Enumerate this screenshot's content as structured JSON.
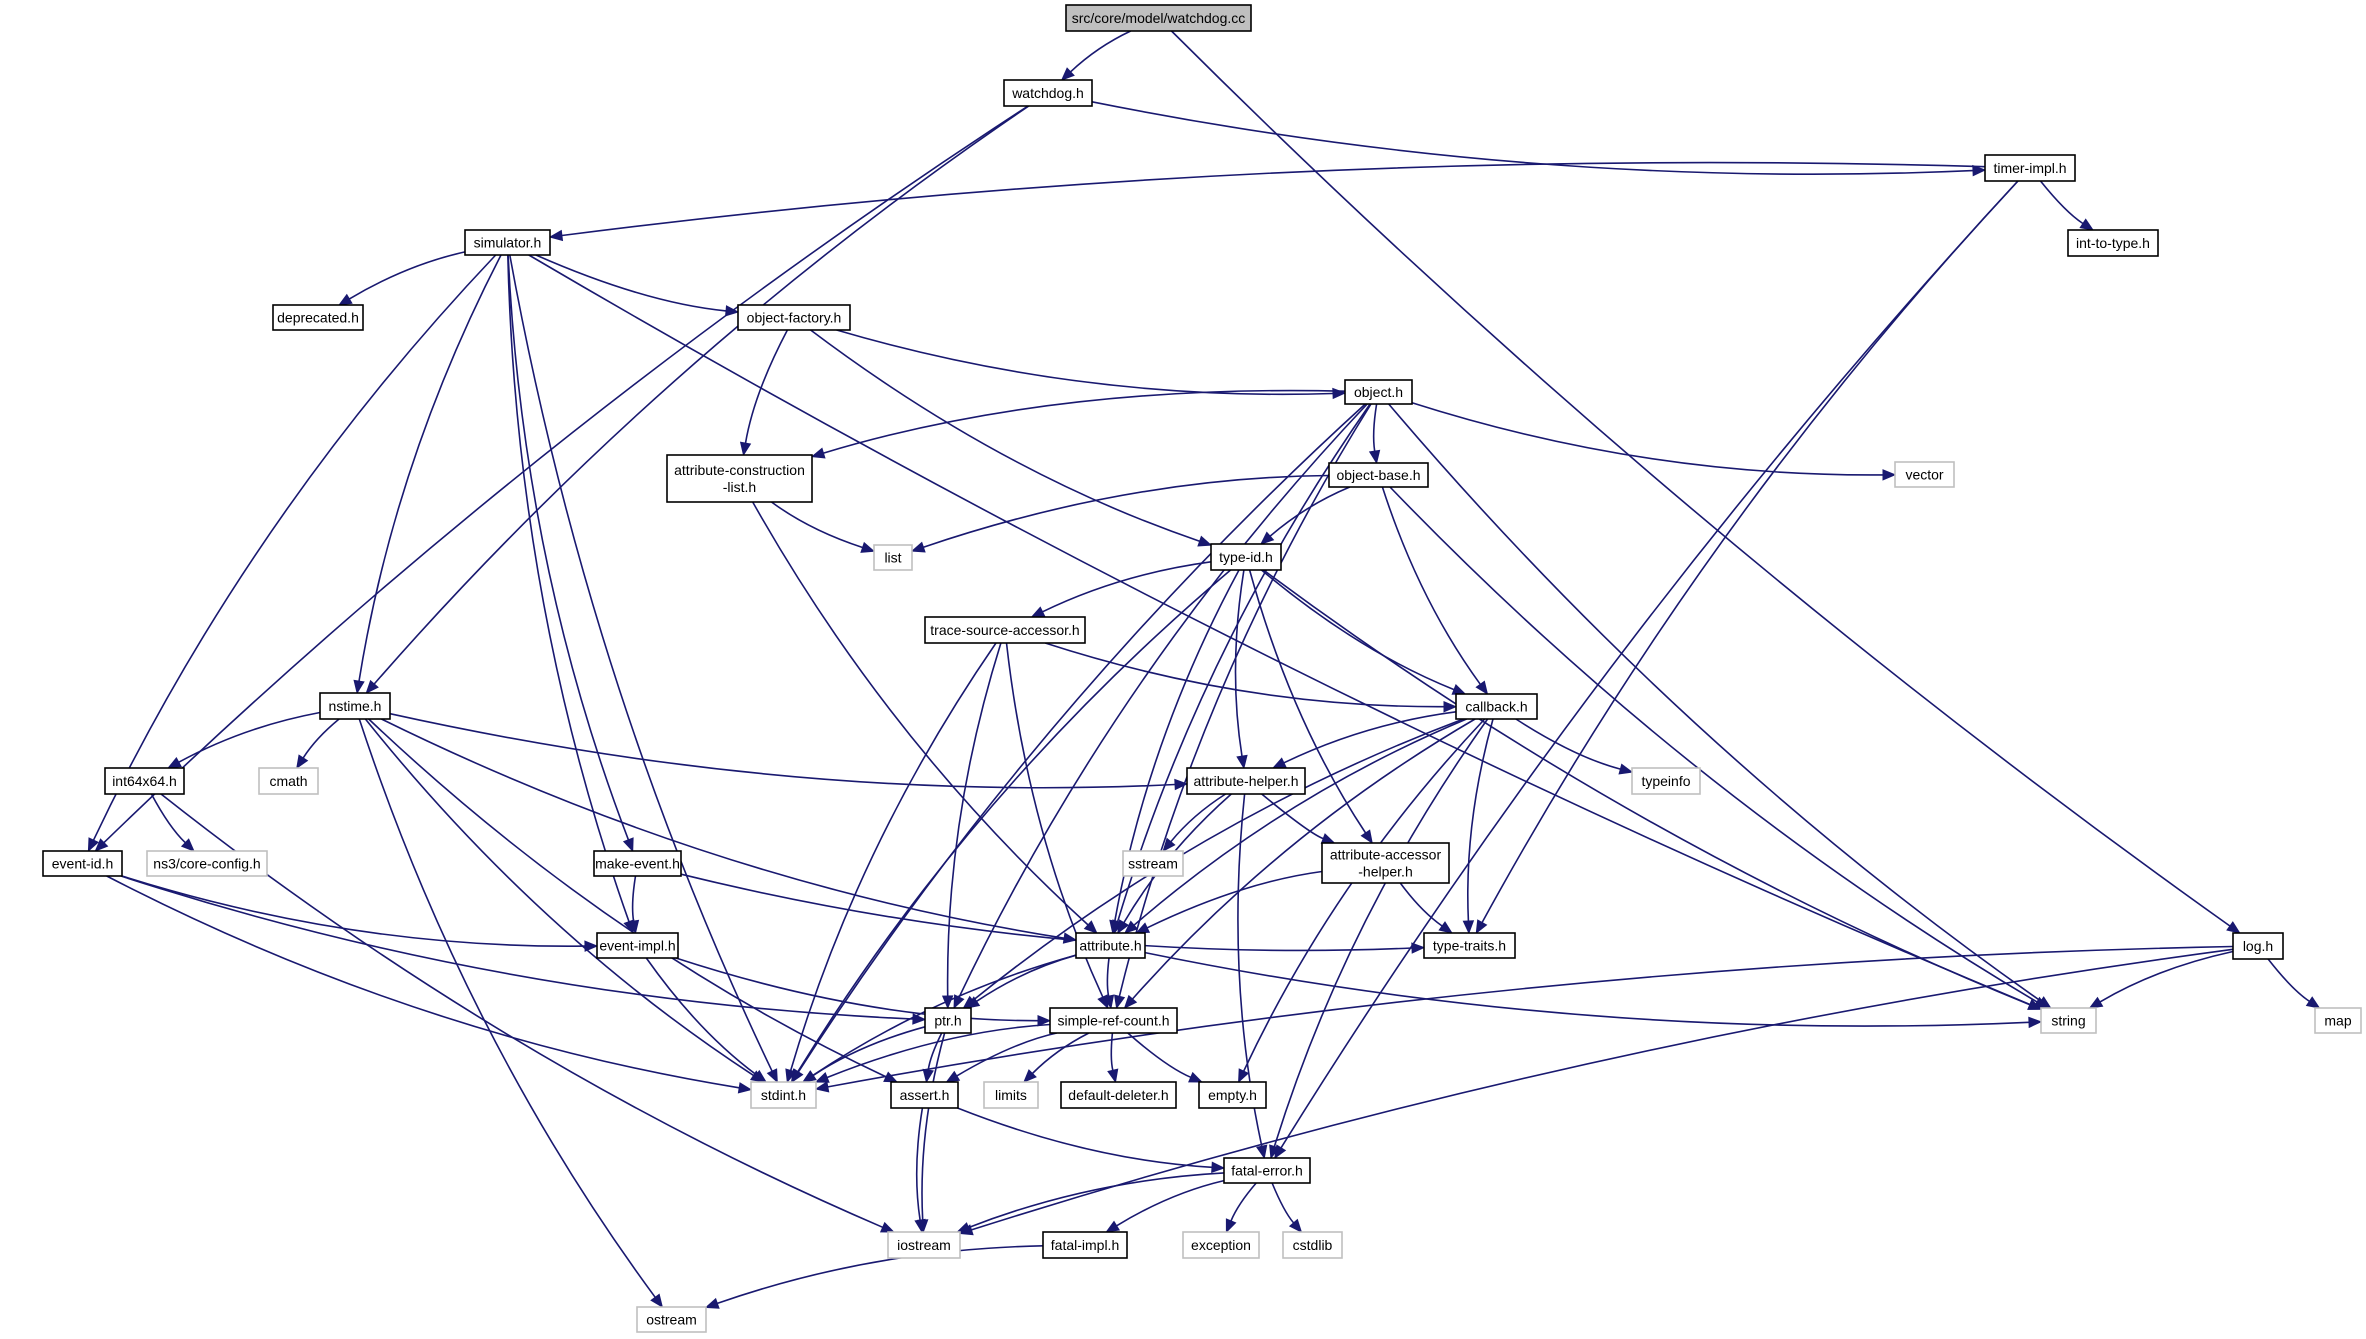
{
  "title": "src/core/model/watchdog.cc",
  "colors": {
    "edge": "#191970",
    "root_fill": "#bfbfbf",
    "external_border": "#bfbfbf",
    "node_border": "#000000"
  },
  "nodes": [
    {
      "id": "root",
      "label": "src/core/model/watchdog.cc",
      "kind": "root"
    },
    {
      "id": "watchdog",
      "label": "watchdog.h",
      "kind": "local"
    },
    {
      "id": "timerimpl",
      "label": "timer-impl.h",
      "kind": "local"
    },
    {
      "id": "inttotype",
      "label": "int-to-type.h",
      "kind": "local"
    },
    {
      "id": "simulator",
      "label": "simulator.h",
      "kind": "local"
    },
    {
      "id": "deprecated",
      "label": "deprecated.h",
      "kind": "local"
    },
    {
      "id": "objectfactory",
      "label": "object-factory.h",
      "kind": "local"
    },
    {
      "id": "object",
      "label": "object.h",
      "kind": "local"
    },
    {
      "id": "attrconst",
      "label": "attribute-construction\n-list.h",
      "kind": "local"
    },
    {
      "id": "objectbase",
      "label": "object-base.h",
      "kind": "local"
    },
    {
      "id": "vector",
      "label": "vector",
      "kind": "external"
    },
    {
      "id": "list",
      "label": "list",
      "kind": "external"
    },
    {
      "id": "typeid",
      "label": "type-id.h",
      "kind": "local"
    },
    {
      "id": "tsa",
      "label": "trace-source-accessor.h",
      "kind": "local"
    },
    {
      "id": "callback",
      "label": "callback.h",
      "kind": "local"
    },
    {
      "id": "nstime",
      "label": "nstime.h",
      "kind": "local"
    },
    {
      "id": "int64",
      "label": "int64x64.h",
      "kind": "local"
    },
    {
      "id": "cmath",
      "label": "cmath",
      "kind": "external"
    },
    {
      "id": "attrhelper",
      "label": "attribute-helper.h",
      "kind": "local"
    },
    {
      "id": "typeinfo",
      "label": "typeinfo",
      "kind": "external"
    },
    {
      "id": "eventid",
      "label": "event-id.h",
      "kind": "local"
    },
    {
      "id": "coreconfig",
      "label": "ns3/core-config.h",
      "kind": "external"
    },
    {
      "id": "makeevent",
      "label": "make-event.h",
      "kind": "local"
    },
    {
      "id": "sstream",
      "label": "sstream",
      "kind": "external"
    },
    {
      "id": "attraccessor",
      "label": "attribute-accessor\n-helper.h",
      "kind": "local"
    },
    {
      "id": "eventimpl",
      "label": "event-impl.h",
      "kind": "local"
    },
    {
      "id": "attribute",
      "label": "attribute.h",
      "kind": "local"
    },
    {
      "id": "typetraits",
      "label": "type-traits.h",
      "kind": "local"
    },
    {
      "id": "log",
      "label": "log.h",
      "kind": "local"
    },
    {
      "id": "ptr",
      "label": "ptr.h",
      "kind": "local"
    },
    {
      "id": "src",
      "label": "simple-ref-count.h",
      "kind": "local"
    },
    {
      "id": "string",
      "label": "string",
      "kind": "external"
    },
    {
      "id": "map",
      "label": "map",
      "kind": "external"
    },
    {
      "id": "stdint",
      "label": "stdint.h",
      "kind": "external"
    },
    {
      "id": "assert",
      "label": "assert.h",
      "kind": "local"
    },
    {
      "id": "limits",
      "label": "limits",
      "kind": "external"
    },
    {
      "id": "defdel",
      "label": "default-deleter.h",
      "kind": "local"
    },
    {
      "id": "empty",
      "label": "empty.h",
      "kind": "local"
    },
    {
      "id": "fatalerror",
      "label": "fatal-error.h",
      "kind": "local"
    },
    {
      "id": "iostream",
      "label": "iostream",
      "kind": "external"
    },
    {
      "id": "fatalimpl",
      "label": "fatal-impl.h",
      "kind": "local"
    },
    {
      "id": "exception",
      "label": "exception",
      "kind": "external"
    },
    {
      "id": "cstdlib",
      "label": "cstdlib",
      "kind": "external"
    },
    {
      "id": "ostream",
      "label": "ostream",
      "kind": "external"
    }
  ],
  "edges": [
    [
      "root",
      "watchdog"
    ],
    [
      "root",
      "log"
    ],
    [
      "watchdog",
      "timerimpl"
    ],
    [
      "watchdog",
      "nstime"
    ],
    [
      "watchdog",
      "eventid"
    ],
    [
      "timerimpl",
      "simulator"
    ],
    [
      "timerimpl",
      "inttotype"
    ],
    [
      "timerimpl",
      "typetraits"
    ],
    [
      "timerimpl",
      "fatalerror"
    ],
    [
      "simulator",
      "deprecated"
    ],
    [
      "simulator",
      "objectfactory"
    ],
    [
      "simulator",
      "nstime"
    ],
    [
      "simulator",
      "eventid"
    ],
    [
      "simulator",
      "stdint"
    ],
    [
      "simulator",
      "eventimpl"
    ],
    [
      "simulator",
      "makeevent"
    ],
    [
      "simulator",
      "string"
    ],
    [
      "objectfactory",
      "object"
    ],
    [
      "objectfactory",
      "attrconst"
    ],
    [
      "objectfactory",
      "typeid"
    ],
    [
      "object",
      "objectbase"
    ],
    [
      "object",
      "attrconst"
    ],
    [
      "object",
      "vector"
    ],
    [
      "object",
      "string"
    ],
    [
      "object",
      "ptr"
    ],
    [
      "object",
      "stdint"
    ],
    [
      "object",
      "attribute"
    ],
    [
      "object",
      "src"
    ],
    [
      "attrconst",
      "list"
    ],
    [
      "attrconst",
      "attribute"
    ],
    [
      "objectbase",
      "typeid"
    ],
    [
      "objectbase",
      "list"
    ],
    [
      "objectbase",
      "callback"
    ],
    [
      "objectbase",
      "string"
    ],
    [
      "typeid",
      "tsa"
    ],
    [
      "typeid",
      "callback"
    ],
    [
      "typeid",
      "attrhelper"
    ],
    [
      "typeid",
      "attraccessor"
    ],
    [
      "typeid",
      "attribute"
    ],
    [
      "typeid",
      "string"
    ],
    [
      "typeid",
      "stdint"
    ],
    [
      "tsa",
      "callback"
    ],
    [
      "tsa",
      "ptr"
    ],
    [
      "tsa",
      "src"
    ],
    [
      "tsa",
      "stdint"
    ],
    [
      "callback",
      "attrhelper"
    ],
    [
      "callback",
      "typeinfo"
    ],
    [
      "callback",
      "typetraits"
    ],
    [
      "callback",
      "attribute"
    ],
    [
      "callback",
      "ptr"
    ],
    [
      "callback",
      "src"
    ],
    [
      "callback",
      "fatalerror"
    ],
    [
      "callback",
      "empty"
    ],
    [
      "nstime",
      "int64"
    ],
    [
      "nstime",
      "cmath"
    ],
    [
      "nstime",
      "attrhelper"
    ],
    [
      "nstime",
      "attribute"
    ],
    [
      "nstime",
      "stdint"
    ],
    [
      "nstime",
      "assert"
    ],
    [
      "nstime",
      "ostream"
    ],
    [
      "int64",
      "coreconfig"
    ],
    [
      "int64",
      "iostream"
    ],
    [
      "attrhelper",
      "sstream"
    ],
    [
      "attrhelper",
      "attraccessor"
    ],
    [
      "attrhelper",
      "attribute"
    ],
    [
      "attrhelper",
      "fatalerror"
    ],
    [
      "attraccessor",
      "attribute"
    ],
    [
      "attraccessor",
      "typetraits"
    ],
    [
      "eventid",
      "eventimpl"
    ],
    [
      "eventid",
      "ptr"
    ],
    [
      "eventid",
      "stdint"
    ],
    [
      "makeevent",
      "eventimpl"
    ],
    [
      "makeevent",
      "typetraits"
    ],
    [
      "eventimpl",
      "src"
    ],
    [
      "eventimpl",
      "stdint"
    ],
    [
      "attribute",
      "ptr"
    ],
    [
      "attribute",
      "src"
    ],
    [
      "attribute",
      "string"
    ],
    [
      "attribute",
      "stdint"
    ],
    [
      "log",
      "string"
    ],
    [
      "log",
      "map"
    ],
    [
      "log",
      "stdint"
    ],
    [
      "log",
      "iostream"
    ],
    [
      "ptr",
      "assert"
    ],
    [
      "ptr",
      "stdint"
    ],
    [
      "ptr",
      "iostream"
    ],
    [
      "src",
      "assert"
    ],
    [
      "src",
      "stdint"
    ],
    [
      "src",
      "limits"
    ],
    [
      "src",
      "defdel"
    ],
    [
      "src",
      "empty"
    ],
    [
      "assert",
      "fatalerror"
    ],
    [
      "assert",
      "iostream"
    ],
    [
      "fatalerror",
      "iostream"
    ],
    [
      "fatalerror",
      "fatalimpl"
    ],
    [
      "fatalerror",
      "exception"
    ],
    [
      "fatalerror",
      "cstdlib"
    ],
    [
      "fatalimpl",
      "ostream"
    ]
  ]
}
